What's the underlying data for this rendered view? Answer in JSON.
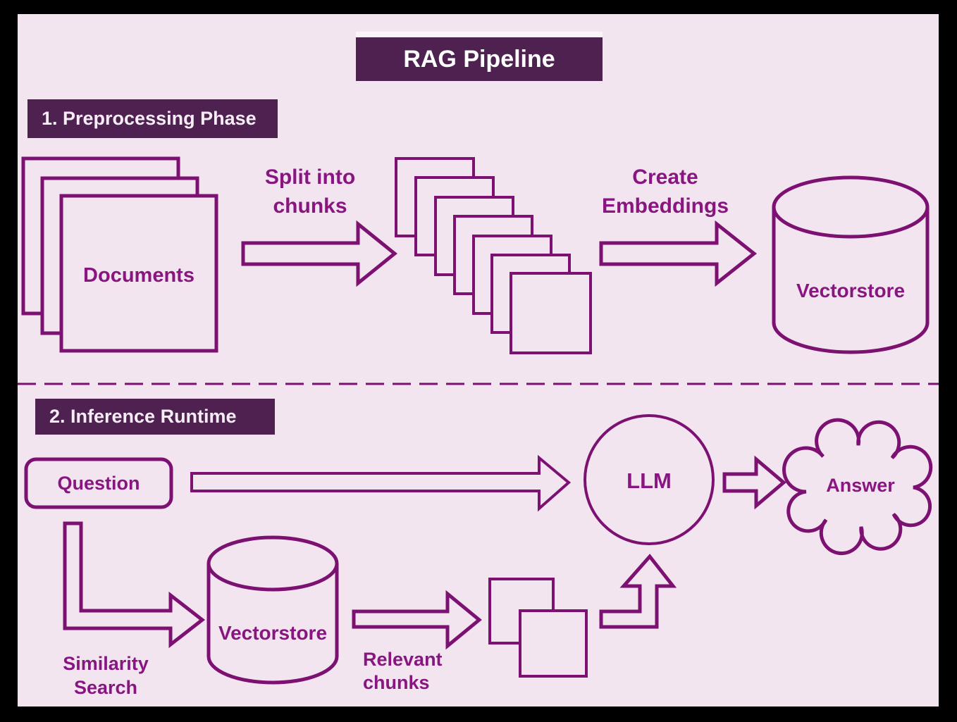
{
  "title": "RAG Pipeline",
  "colors": {
    "frame": "#000000",
    "background": "#f2e5f0",
    "shape_stroke": "#7c1172",
    "diagram_text": "#891680",
    "banner_background": "#4e2151",
    "banner_text": "#f7edf6",
    "title_text": "#ffffff"
  },
  "phase1": {
    "label": "1. Preprocessing Phase",
    "documents_label": "Documents",
    "split_label": "Split into\nchunks",
    "embeddings_label": "Create\nEmbeddings",
    "vectorstore_label": "Vectorstore"
  },
  "phase2": {
    "label": "2. Inference Runtime",
    "question_label": "Question",
    "llm_label": "LLM",
    "answer_label": "Answer",
    "similarity_label": "Similarity\nSearch",
    "vectorstore_label": "Vectorstore",
    "relevant_label": "Relevant\nchunks"
  }
}
